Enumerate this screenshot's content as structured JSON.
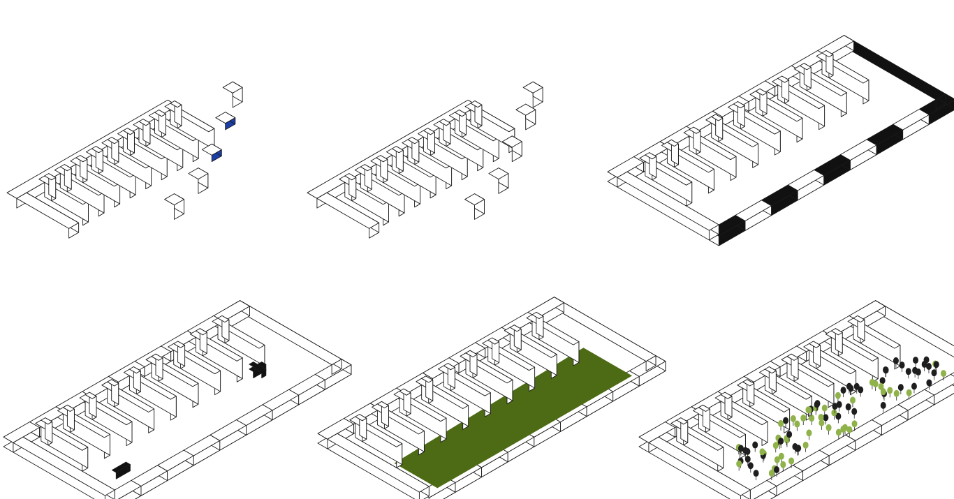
{
  "diagram": {
    "panels": [
      {
        "id": "panel-1",
        "highlight": "blue-roof-edges"
      },
      {
        "id": "panel-2",
        "highlight": "none"
      },
      {
        "id": "panel-3",
        "highlight": "black-perimeter-segments"
      },
      {
        "id": "panel-4",
        "highlight": "black-plus-and-tee-buildings"
      },
      {
        "id": "panel-5",
        "highlight": "green-courtyard-ground"
      },
      {
        "id": "panel-6",
        "highlight": "trees"
      }
    ],
    "colors": {
      "line": "#1a1a1a",
      "fill": "#ffffff",
      "blue": "#1b3fa8",
      "black": "#111111",
      "green": "#4d6b14",
      "tree_light": "#8fb24a",
      "tree_dark": "#1e1e1e"
    }
  }
}
